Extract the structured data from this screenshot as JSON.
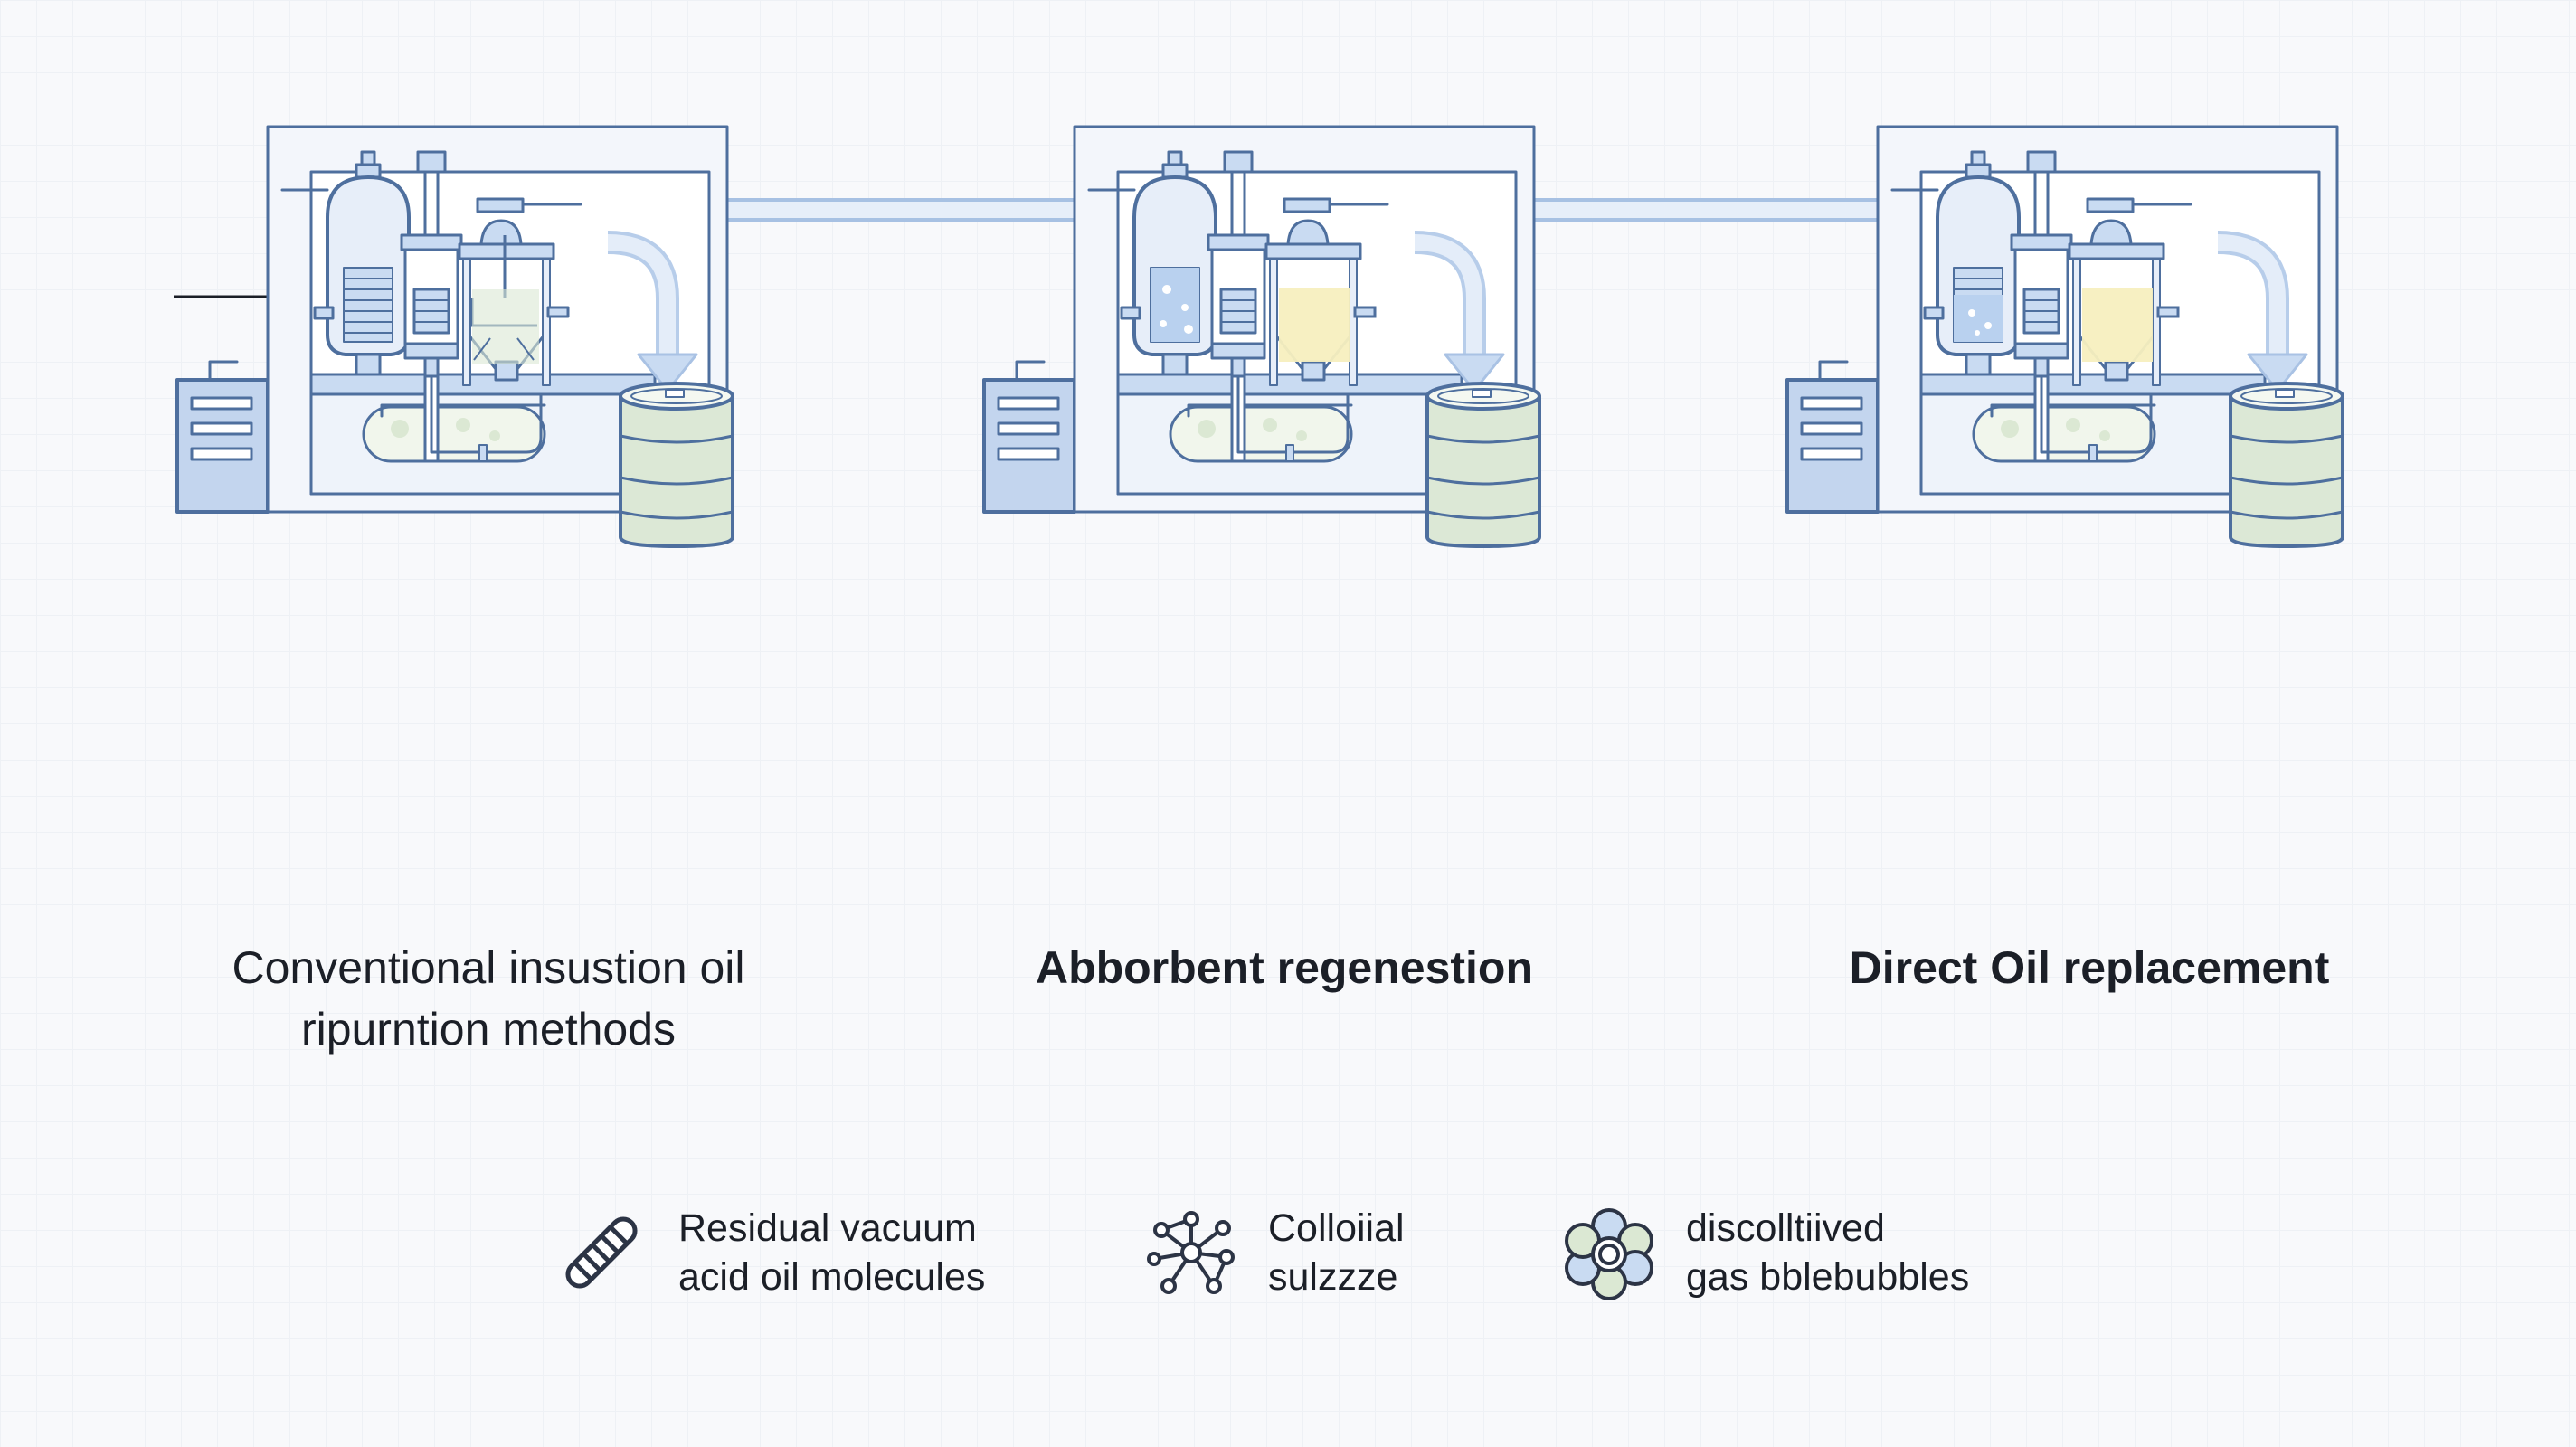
{
  "stages": [
    {
      "caption_lines": [
        "Conventional insustion oil",
        "ripurntion methods"
      ]
    },
    {
      "caption_lines": [
        "Abborbent regenestion"
      ]
    },
    {
      "caption_lines": [
        "Direct Oil replacement"
      ]
    }
  ],
  "legend": [
    {
      "icon": "molecule-chain-icon",
      "lines": [
        "Residual vacuum",
        "acid oil molecules"
      ]
    },
    {
      "icon": "colloid-network-icon",
      "lines": [
        "Colloiial",
        "sulzzze"
      ]
    },
    {
      "icon": "gas-bubble-cluster-icon",
      "lines": [
        "discolltiived",
        "gas bblebubbles"
      ]
    }
  ],
  "colors": {
    "line": "#4e6f9e",
    "light_blue": "#c9dbf2",
    "pale_blue": "#e7eef9",
    "liquid_blue": "#b9d1ef",
    "liquid_green": "#dbe8d3",
    "liquid_yellow": "#f7efbf",
    "drum_fill": "#dce8d6",
    "panel_fill": "#c3d5ee",
    "transfer_pipe": "#dde8f6"
  }
}
